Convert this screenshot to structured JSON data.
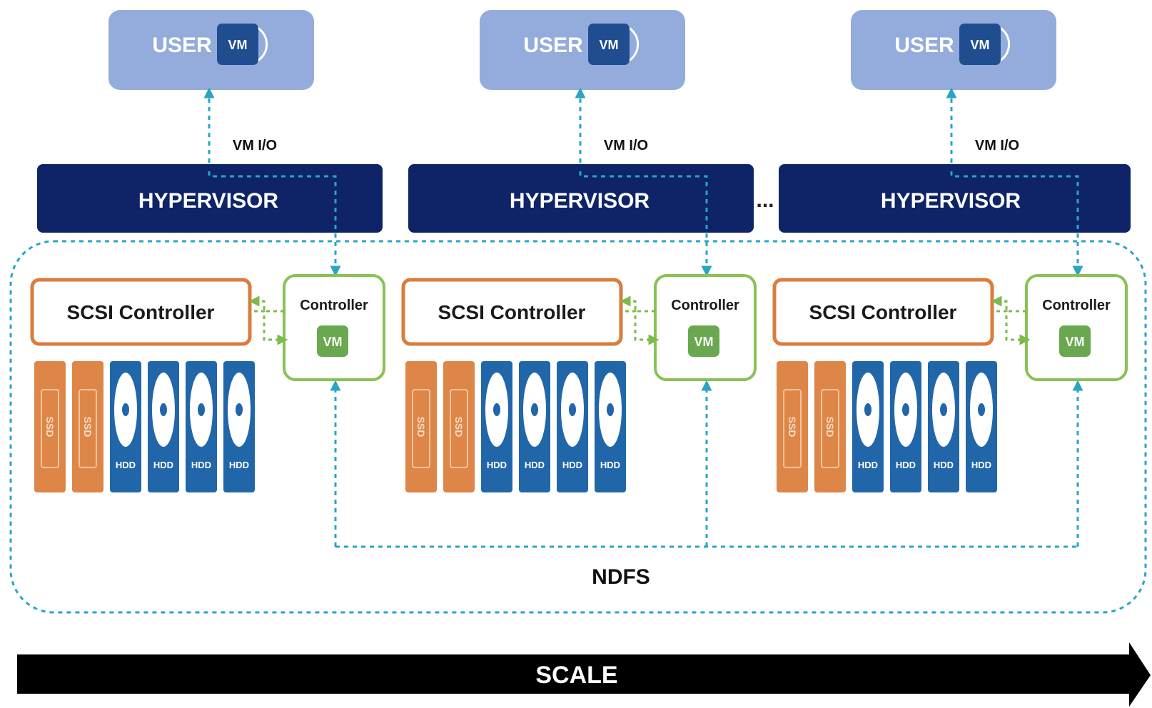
{
  "user_label": "USER",
  "vm_label": "VM",
  "io_label": "VM I/O",
  "hypervisor_label": "HYPERVISOR",
  "scsi_label": "SCSI Controller",
  "controller_label": "Controller",
  "ssd_label": "SSD",
  "hdd_label": "HDD",
  "ellipsis": "...",
  "ndfs_label": "NDFS",
  "scale_label": "SCALE",
  "nodes": [
    {
      "id": "node-1",
      "ssd_count": 2,
      "hdd_count": 4
    },
    {
      "id": "node-2",
      "ssd_count": 2,
      "hdd_count": 4
    },
    {
      "id": "node-3",
      "ssd_count": 2,
      "hdd_count": 4
    }
  ],
  "colors": {
    "user_box": "#94acdc",
    "hypervisor": "#0e2466",
    "scsi_border": "#d97d3c",
    "controller_border": "#87c253",
    "ssd": "#de8648",
    "hdd": "#2266aa",
    "data_path": "#2aa4c4",
    "scale_bar": "#000000"
  }
}
